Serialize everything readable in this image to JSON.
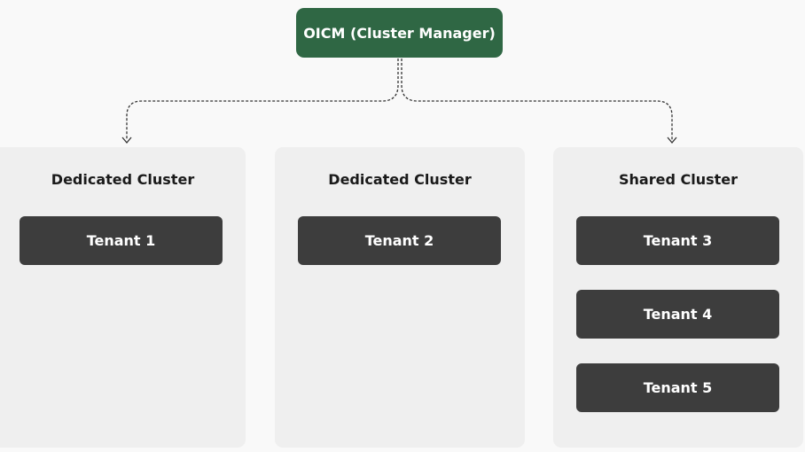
{
  "manager": {
    "label": "OICM (Cluster Manager)",
    "color": "#2f6744"
  },
  "clusters": [
    {
      "title": "Dedicated Cluster",
      "tenants": [
        "Tenant 1"
      ]
    },
    {
      "title": "Dedicated Cluster",
      "tenants": [
        "Tenant 2"
      ]
    },
    {
      "title": "Shared Cluster",
      "tenants": [
        "Tenant 3",
        "Tenant 4",
        "Tenant 5"
      ]
    }
  ],
  "colors": {
    "background": "#f9f9f9",
    "cluster_panel": "#efefef",
    "tenant_box": "#3d3d3d",
    "connector": "#333333"
  },
  "connectors": {
    "style": "dashed",
    "from": "manager",
    "to": [
      "cluster-1",
      "cluster-3"
    ]
  }
}
